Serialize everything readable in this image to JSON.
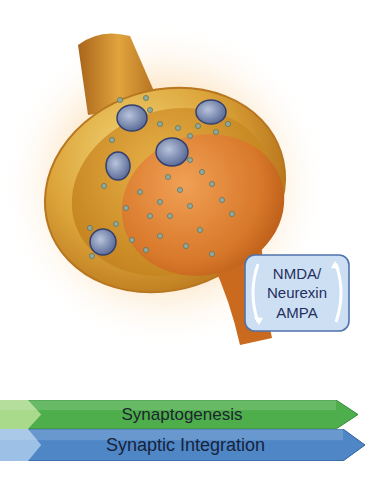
{
  "diagram": {
    "nodes": [
      {
        "text": [
          "NMDA/",
          "Neurexin",
          "AMPA"
        ]
      },
      {
        "text": [
          "Synaptogenesis"
        ]
      },
      {
        "text": [
          "Synaptic Integration"
        ]
      }
    ]
  }
}
